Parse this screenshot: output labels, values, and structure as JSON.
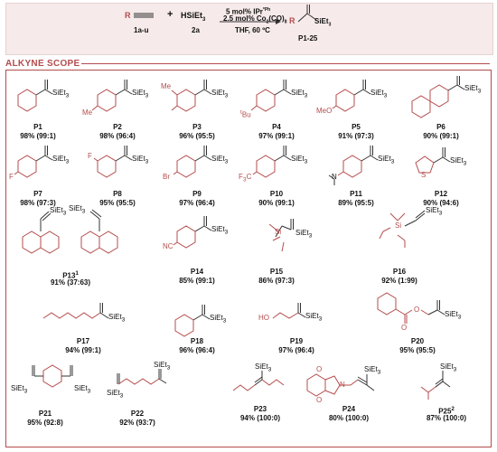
{
  "reaction": {
    "substrate_r": "R",
    "substrate_code": "1a-u",
    "plus": "+",
    "silane": "HSiEt",
    "silane_sub": "3",
    "silane_code": "2a",
    "cond1": "5 mol% IPr",
    "cond1_sup": "*Ph",
    "cond2": "2.5 mol% Co",
    "cond2_sub1": "2",
    "cond2_mid": "(CO)",
    "cond2_sub2": "8",
    "cond3": "THF, 60 ºC",
    "product_r": "R",
    "product_si": "SiEt",
    "product_sub": "3",
    "product_code": "P1-25"
  },
  "scope_title": "ALKYNE SCOPE",
  "colors": {
    "accent": "#b54c4c",
    "header_bg": "#f6eaea",
    "bond": "#333333"
  },
  "products": [
    {
      "label": "P1",
      "yield": "98% (99:1)"
    },
    {
      "label": "P2",
      "yield": "98% (96:4)"
    },
    {
      "label": "P3",
      "yield": "96% (95:5)"
    },
    {
      "label": "P4",
      "yield": "97% (99:1)"
    },
    {
      "label": "P5",
      "yield": "91% (97:3)"
    },
    {
      "label": "P6",
      "yield": "90% (99:1)"
    },
    {
      "label": "P7",
      "yield": "98% (97:3)"
    },
    {
      "label": "P8",
      "yield": "95% (95:5)"
    },
    {
      "label": "P9",
      "yield": "97% (96:4)"
    },
    {
      "label": "P10",
      "yield": "90% (99:1)"
    },
    {
      "label": "P11",
      "yield": "89% (95:5)"
    },
    {
      "label": "P12",
      "yield": "90% (94:6)"
    },
    {
      "label": "P13",
      "label_sup": "1",
      "yield": "91% (37:63)"
    },
    {
      "label": "P14",
      "yield": "85% (99:1)"
    },
    {
      "label": "P15",
      "yield": "86% (97:3)"
    },
    {
      "label": "P16",
      "yield": "92% (1:99)"
    },
    {
      "label": "P17",
      "yield": "94% (99:1)"
    },
    {
      "label": "P18",
      "yield": "96% (96:4)"
    },
    {
      "label": "P19",
      "yield": "97% (96:4)"
    },
    {
      "label": "P20",
      "yield": "95% (95:5)"
    },
    {
      "label": "P21",
      "yield": "95% (92:8)"
    },
    {
      "label": "P22",
      "yield": "92% (93:7)"
    },
    {
      "label": "P23",
      "yield": "94% (100:0)"
    },
    {
      "label": "P24",
      "yield": "80% (100:0)"
    },
    {
      "label": "P25",
      "label_sup": "2",
      "yield": "87% (100:0)"
    }
  ],
  "groups": {
    "si": "SiEt",
    "si_sub": "3",
    "me": "Me",
    "tbu": "Bu",
    "tbu_sup": "t",
    "meo": "MeO",
    "f": "F",
    "br": "Br",
    "cf3": "F",
    "cf3_sub": "3",
    "cf3_c": "C",
    "n": "N",
    "s": "S",
    "nc": "NC",
    "si_atom": "Si",
    "ho": "HO",
    "o": "O"
  }
}
